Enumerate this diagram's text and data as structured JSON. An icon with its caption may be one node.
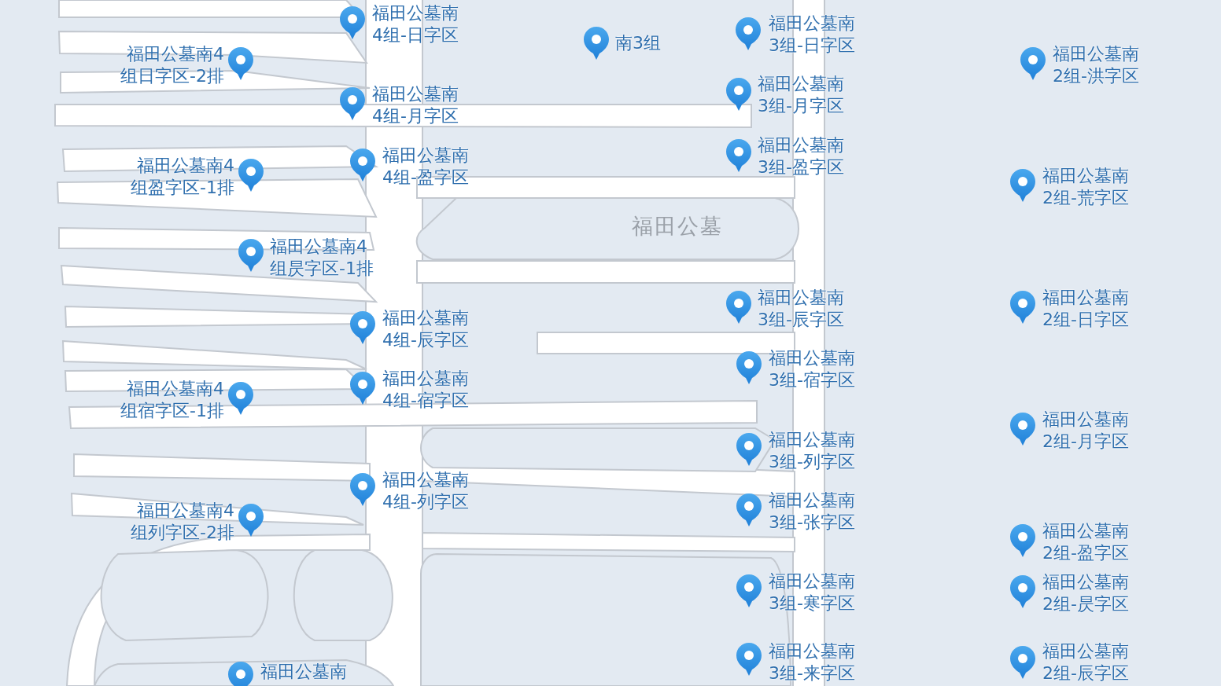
{
  "diagram": {
    "labels": [
      "福田公墓南4组-日字区",
      "南3组",
      "福田公墓南3组-日字区",
      "福田公墓南4组日字区-2排",
      "福田公墓南2组-洪字区",
      "福田公墓南4组-月字区",
      "福田公墓南3组-月字区",
      "福田公墓南4组盈字区-1排",
      "福田公墓南4组-盈字区",
      "福田公墓南3组-盈字区",
      "福田公墓南2组-荒字区",
      "福田公墓",
      "福田公墓南4组昃字区-1排",
      "福田公墓南3组-辰字区",
      "福田公墓南2组-日字区",
      "福田公墓南4组-辰字区",
      "福田公墓南3组-宿字区",
      "福田公墓南4组宿字区-1排",
      "福田公墓南4组-宿字区",
      "福田公墓南2组-月字区",
      "福田公墓南3组-列字区",
      "福田公墓南4组列字区-2排",
      "福田公墓南4组-列字区",
      "福田公墓南3组-张字区",
      "福田公墓南2组-盈字区",
      "福田公墓南3组-寒字区",
      "福田公墓南2组-昃字区",
      "福田公墓南2组-辰字区",
      "福田公墓南",
      "福田公墓南3组-来字区"
    ]
  }
}
